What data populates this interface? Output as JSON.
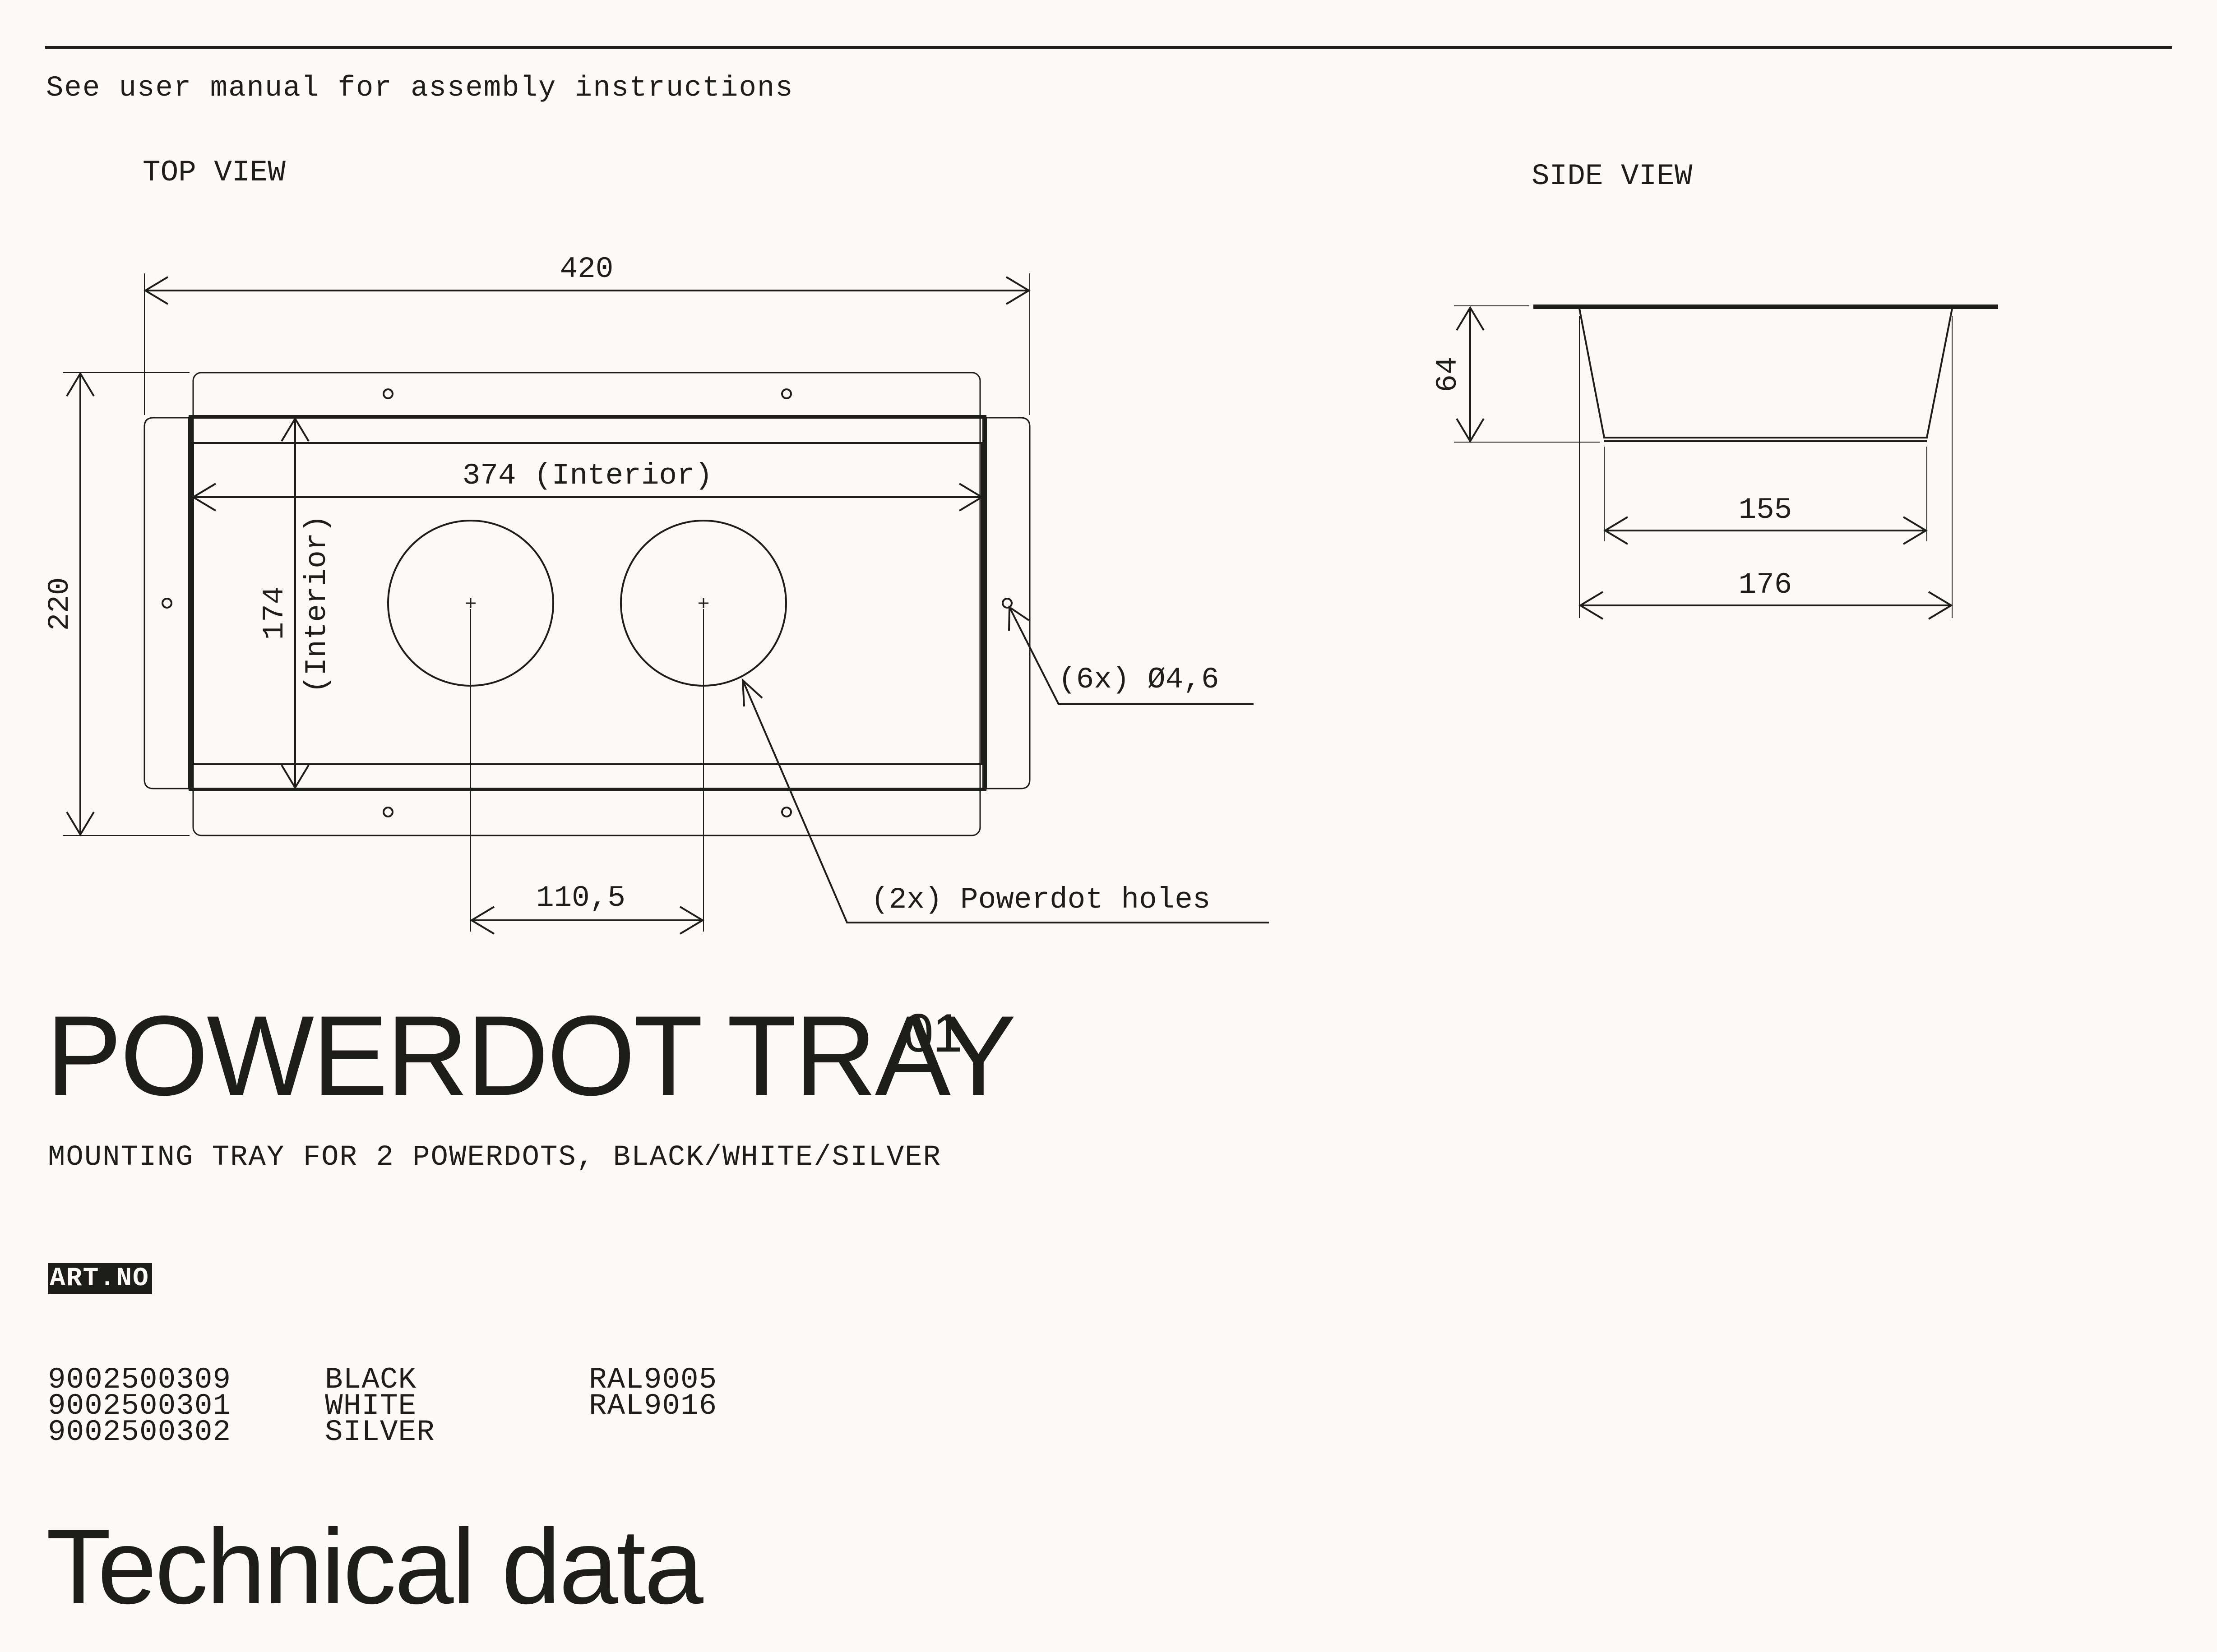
{
  "header": {
    "note": "See user manual for assembly instructions"
  },
  "drawing": {
    "top_view": {
      "label": "TOP VIEW",
      "dim_width": "420",
      "dim_height": "220",
      "dim_interior_width": "374 (Interior)",
      "dim_interior_depth": "174",
      "dim_interior_depth_note": "(Interior)",
      "dim_hole_spacing": "110,5",
      "callout_screw_holes": "(6x) Ø4,6",
      "callout_powerdot_holes": "(2x) Powerdot holes"
    },
    "side_view": {
      "label": "SIDE VIEW",
      "dim_height": "64",
      "dim_bottom": "155",
      "dim_top": "176"
    }
  },
  "product": {
    "title": "POWERDOT TRAY",
    "title_sup": "01",
    "subtitle": "MOUNTING TRAY FOR 2 POWERDOTS, BLACK/WHITE/SILVER"
  },
  "articles": {
    "label": "ART.NO",
    "rows": [
      {
        "number": "9002500309",
        "color": "BLACK",
        "ral": "RAL9005"
      },
      {
        "number": "9002500301",
        "color": "WHITE",
        "ral": "RAL9016"
      },
      {
        "number": "9002500302",
        "color": "SILVER",
        "ral": ""
      }
    ]
  },
  "footer": {
    "heading": "Technical data"
  },
  "colors": {
    "background": "#fdf9f6",
    "ink": "#1d1d1b"
  }
}
